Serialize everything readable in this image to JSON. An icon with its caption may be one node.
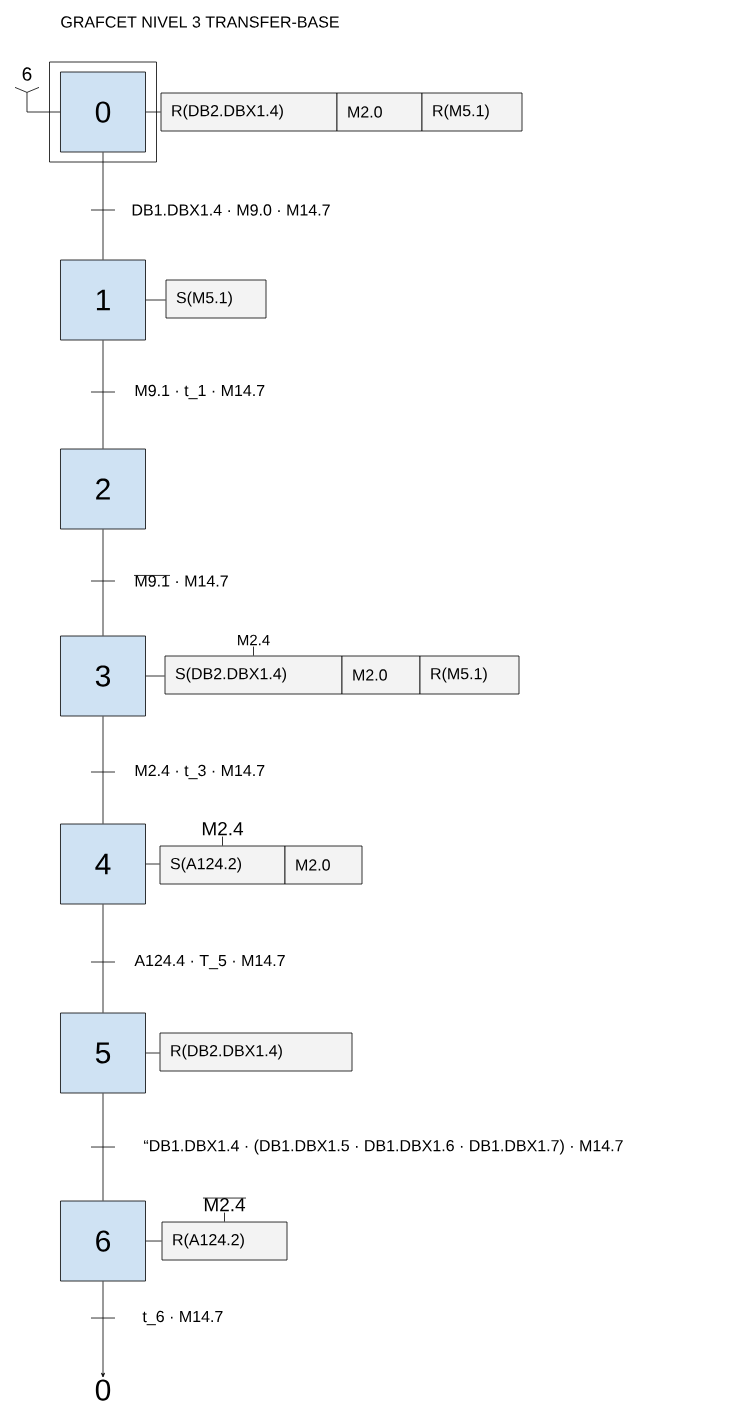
{
  "diagram": {
    "title": "GRAFCET NIVEL 3 TRANSFER-BASE",
    "nodes": [
      {
        "text": [
          "6"
        ]
      },
      {
        "text": [
          "0"
        ]
      },
      {
        "text": [
          "R(DB2.DBX1.4)"
        ]
      },
      {
        "text": [
          "M2.0"
        ]
      },
      {
        "text": [
          "R(M5.1)"
        ]
      },
      {
        "text": [
          "1"
        ]
      },
      {
        "text": [
          "S(M5.1)"
        ]
      },
      {
        "text": [
          "2"
        ]
      },
      {
        "text": [
          "3"
        ]
      },
      {
        "text": [
          "S(DB2.DBX1.4)"
        ],
        "beside": [
          "M2.4"
        ]
      },
      {
        "text": [
          "M2.0"
        ]
      },
      {
        "text": [
          "R(M5.1)"
        ]
      },
      {
        "text": [
          "4"
        ]
      },
      {
        "text": [
          "S(A124.2)"
        ],
        "beside": [
          "M2.4"
        ]
      },
      {
        "text": [
          "M2.0"
        ]
      },
      {
        "text": [
          "5"
        ]
      },
      {
        "text": [
          "R(DB2.DBX1.4)"
        ]
      },
      {
        "text": [
          "6"
        ]
      },
      {
        "text": [
          "R(A124.2)"
        ],
        "beside": [
          "M2.4"
        ]
      },
      {
        "text": [
          "0"
        ]
      }
    ],
    "edges": [
      {
        "from": 0,
        "to": 1,
        "arrow": "none"
      },
      {
        "from": 1,
        "to": 5,
        "arrow": "none",
        "label": "DB1.DBX1.4 · M9.0 · M14.7"
      },
      {
        "from": 5,
        "to": 7,
        "arrow": "none",
        "label": "M9.1 · t_1 · M14.7"
      },
      {
        "from": 7,
        "to": 8,
        "arrow": "none",
        "label": "M9.1 · M14.7"
      },
      {
        "from": 8,
        "to": 12,
        "arrow": "none",
        "label": "M2.4 · t_3 · M14.7"
      },
      {
        "from": 12,
        "to": 15,
        "arrow": "none",
        "label": "A124.4 · T_5 · M14.7"
      },
      {
        "from": 15,
        "to": 17,
        "arrow": "none",
        "label": "“DB1.DBX1.4 · (DB1.DBX1.5 · DB1.DBX1.6 · DB1.DBX1.7) · M14.7"
      },
      {
        "from": 17,
        "to": 19,
        "arrow": "to",
        "label": "t_6 · M14.7"
      },
      {
        "from": 1,
        "to": 2,
        "arrow": "none"
      },
      {
        "from": 5,
        "to": 6,
        "arrow": "none"
      },
      {
        "from": 8,
        "to": 9,
        "arrow": "none"
      },
      {
        "from": 12,
        "to": 13,
        "arrow": "none"
      },
      {
        "from": 15,
        "to": 16,
        "arrow": "none"
      },
      {
        "from": 17,
        "to": 18,
        "arrow": "none"
      }
    ]
  }
}
